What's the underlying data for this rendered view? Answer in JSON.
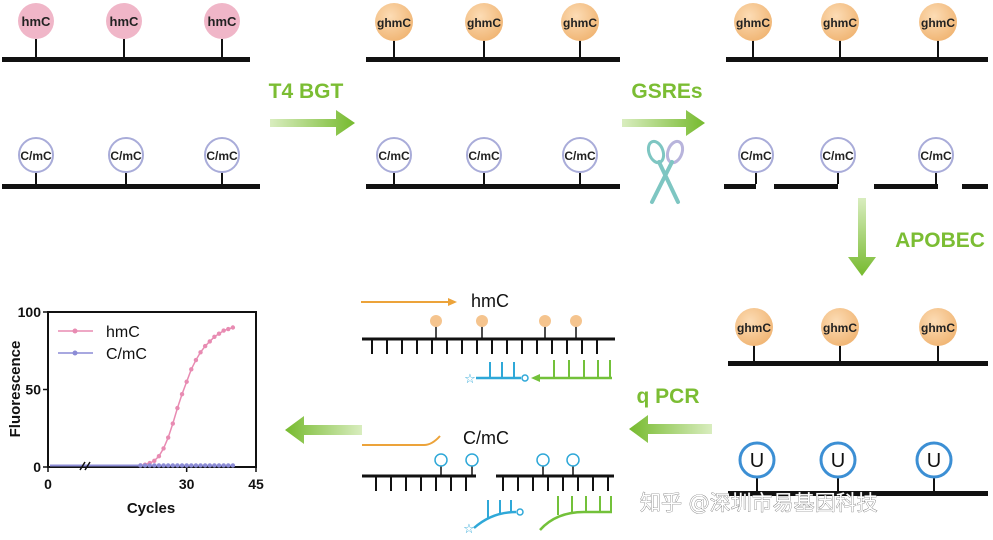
{
  "steps": {
    "t4bgt": "T4 BGT",
    "gsres": "GSREs",
    "apobec": "APOBEC",
    "qpcr": "q PCR"
  },
  "nodes": {
    "hmc": "hmC",
    "ghmc": "ghmC",
    "cmc": "C/mC",
    "u": "U"
  },
  "pcr_labels": {
    "hmc": "hmC",
    "cmc": "C/mC"
  },
  "watermark": "知乎 @深圳市易基因科技",
  "colors": {
    "accent_green": "#7bbd33",
    "hmc_fill": "#f0b6c8",
    "ghmc_fill": "#f5c48e",
    "cmc_stroke": "#a9acd9",
    "u_stroke": "#3c8fd4",
    "primer_orange": "#eca33a",
    "probe_blue": "#2fa8d8",
    "probe_green": "#73c13a",
    "scissors": "#7ec6c2"
  },
  "chart_data": {
    "type": "line",
    "xlabel": "Cycles",
    "ylabel": "Fluorescence",
    "xlim": [
      0,
      45
    ],
    "ylim": [
      0,
      100
    ],
    "x_ticks": [
      0,
      30,
      45
    ],
    "y_ticks": [
      0,
      50,
      100
    ],
    "legend_position": "top-left",
    "grid": false,
    "series": [
      {
        "name": "hmC",
        "color": "#e88bb2",
        "x": [
          20,
          21,
          22,
          23,
          24,
          25,
          26,
          27,
          28,
          29,
          30,
          31,
          32,
          33,
          34,
          35,
          36,
          37,
          38,
          39,
          40
        ],
        "y": [
          1,
          1.5,
          2.5,
          4,
          7,
          12,
          19,
          28,
          38,
          47,
          55,
          63,
          69,
          74,
          78,
          81,
          84,
          86,
          88,
          89,
          90
        ]
      },
      {
        "name": "C/mC",
        "color": "#8c8cd6",
        "x": [
          20,
          21,
          22,
          23,
          24,
          25,
          26,
          27,
          28,
          29,
          30,
          31,
          32,
          33,
          34,
          35,
          36,
          37,
          38,
          39,
          40
        ],
        "y": [
          1,
          1,
          1,
          1,
          1,
          1,
          1,
          1,
          1,
          1,
          1,
          1,
          1,
          1,
          1,
          1,
          1,
          1,
          1,
          1,
          1
        ]
      }
    ]
  }
}
